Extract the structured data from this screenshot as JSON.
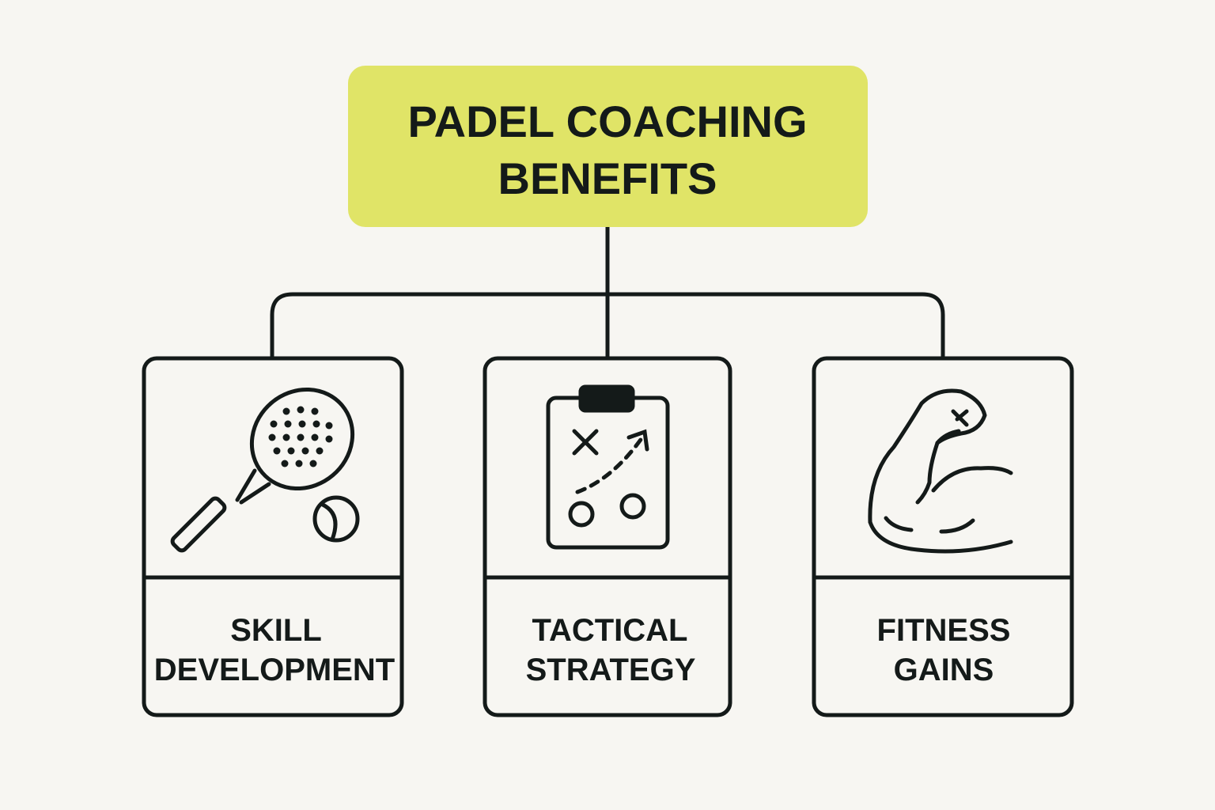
{
  "title": {
    "line1": "PADEL COACHING",
    "line2": "BENEFITS"
  },
  "colors": {
    "background": "#f7f6f2",
    "title_fill": "#e0e467",
    "stroke": "#141a19"
  },
  "cards": [
    {
      "icon": "padel-racket-icon",
      "line1": "SKILL",
      "line2": "DEVELOPMENT"
    },
    {
      "icon": "clipboard-tactics-icon",
      "line1": "TACTICAL",
      "line2": "STRATEGY"
    },
    {
      "icon": "flexed-arm-icon",
      "line1": "FITNESS",
      "line2": "GAINS"
    }
  ]
}
